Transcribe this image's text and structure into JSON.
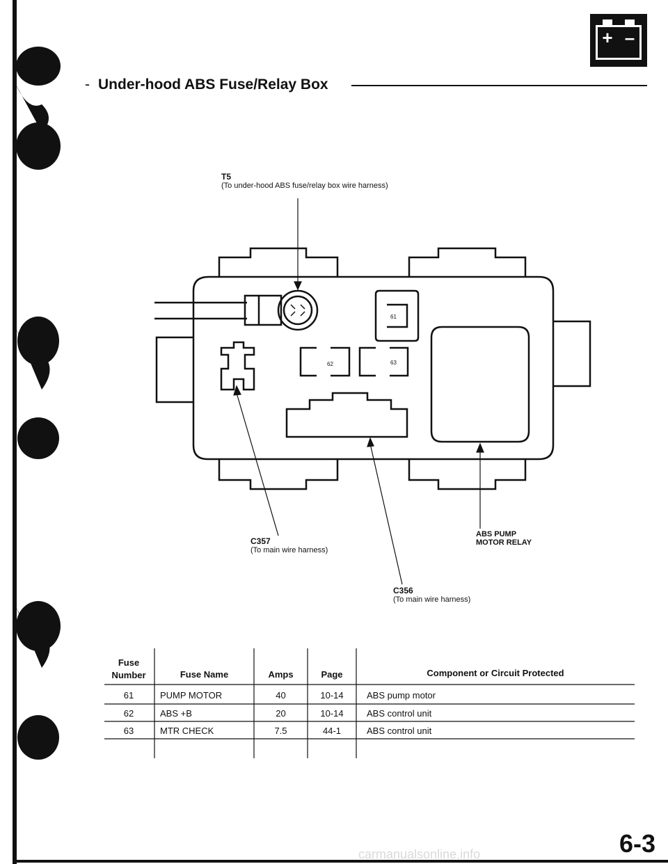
{
  "header": {
    "title": "Under-hood ABS Fuse/Relay Box",
    "dash": "-"
  },
  "battery_icon": {
    "plus": "+",
    "minus": "–"
  },
  "diagram": {
    "t5": {
      "code": "T5",
      "desc": "(To under-hood ABS fuse/relay box wire harness)"
    },
    "c357": {
      "code": "C357",
      "desc": "(To main wire harness)"
    },
    "c356": {
      "code": "C356",
      "desc": "(To main wire harness)"
    },
    "relay": {
      "line1": "ABS PUMP",
      "line2": "MOTOR RELAY"
    },
    "fuse_labels": {
      "f61": "61",
      "f62": "62",
      "f63": "63"
    }
  },
  "table": {
    "headers": {
      "fuse_number_1": "Fuse",
      "fuse_number_2": "Number",
      "fuse_name": "Fuse Name",
      "amps": "Amps",
      "page": "Page",
      "component": "Component or Circuit Protected"
    },
    "rows": [
      {
        "number": "61",
        "name": "PUMP MOTOR",
        "amps": "40",
        "page": "10-14",
        "component": "ABS pump motor"
      },
      {
        "number": "62",
        "name": "ABS +B",
        "amps": "20",
        "page": "10-14",
        "component": "ABS control unit"
      },
      {
        "number": "63",
        "name": "MTR CHECK",
        "amps": "7.5",
        "page": "44-1",
        "component": "ABS control unit"
      }
    ]
  },
  "footer": {
    "page_number": "6-3",
    "watermark": "carmanualsonline.info"
  }
}
